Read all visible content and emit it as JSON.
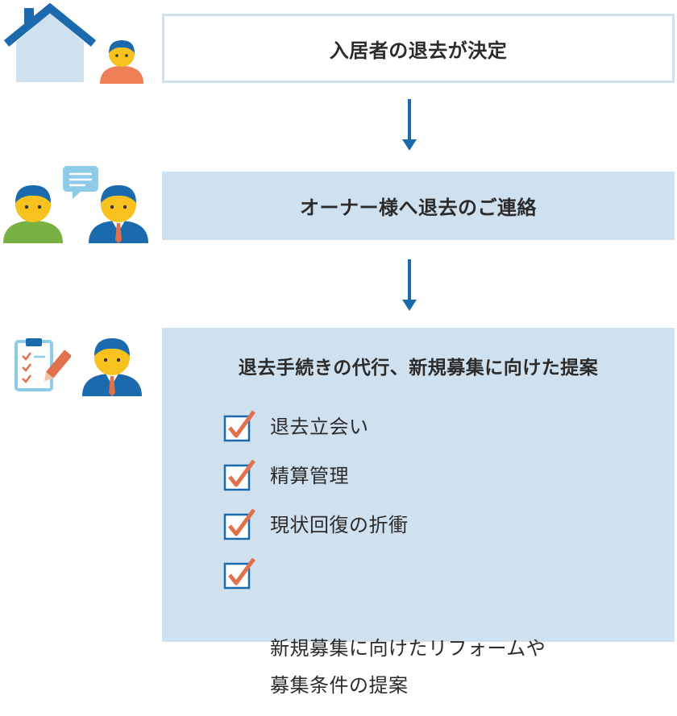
{
  "colors": {
    "box_fill": "#cfe0ef",
    "box_border": "#cfe0ef",
    "arrow": "#1a6aad",
    "check": "#e0714b",
    "person_blue": "#1a6aad",
    "face": "#f7c21e"
  },
  "steps": [
    {
      "label": "入居者の退去が決定",
      "icons": [
        "house-icon",
        "tenant-icon"
      ]
    },
    {
      "label": "オーナー様へ退去のご連絡",
      "icons": [
        "owner-icon",
        "speech-bubble-icon",
        "staff-icon"
      ]
    },
    {
      "label": "退去手続きの代行、新規募集に向けた提案",
      "icons": [
        "clipboard-checklist-icon",
        "staff-icon"
      ],
      "items": [
        "退去立会い",
        "精算管理",
        "現状回復の折衝",
        "新規募集に向けたリフォームや\n募集条件の提案"
      ]
    }
  ]
}
